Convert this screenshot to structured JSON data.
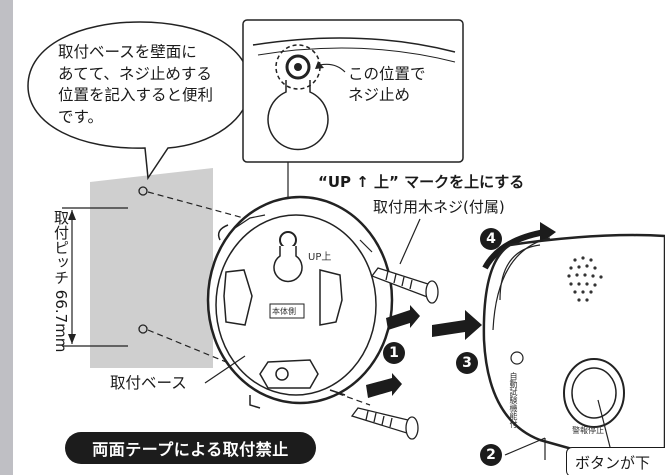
{
  "callout": {
    "bubble_lines": [
      "取付ベースを壁面に",
      "あてて、ネジ止めする",
      "位置を記入すると便利",
      "です。"
    ],
    "detail_lines": [
      "この位置で",
      "ネジ止め"
    ]
  },
  "labels": {
    "up_mark": "“UP ↑ 上” マークを上にする",
    "screw": "取付用木ネジ(付属)",
    "pitch_line1": "取付ピッチ",
    "pitch_line2": "66.7mm",
    "base": "取付ベース",
    "prohibit": "両面テープによる取付禁止",
    "button": "ボタンが下",
    "base_up": "UP上",
    "base_body": "本体側",
    "alarm_side": "自動試験機能付",
    "alarm_stop": "警報停止"
  },
  "steps": [
    "1",
    "2",
    "3",
    "4"
  ],
  "colors": {
    "wall_panel": "#cfcfcf",
    "step_fill": "#1c1c1c",
    "strip": "#bfbfc4"
  }
}
